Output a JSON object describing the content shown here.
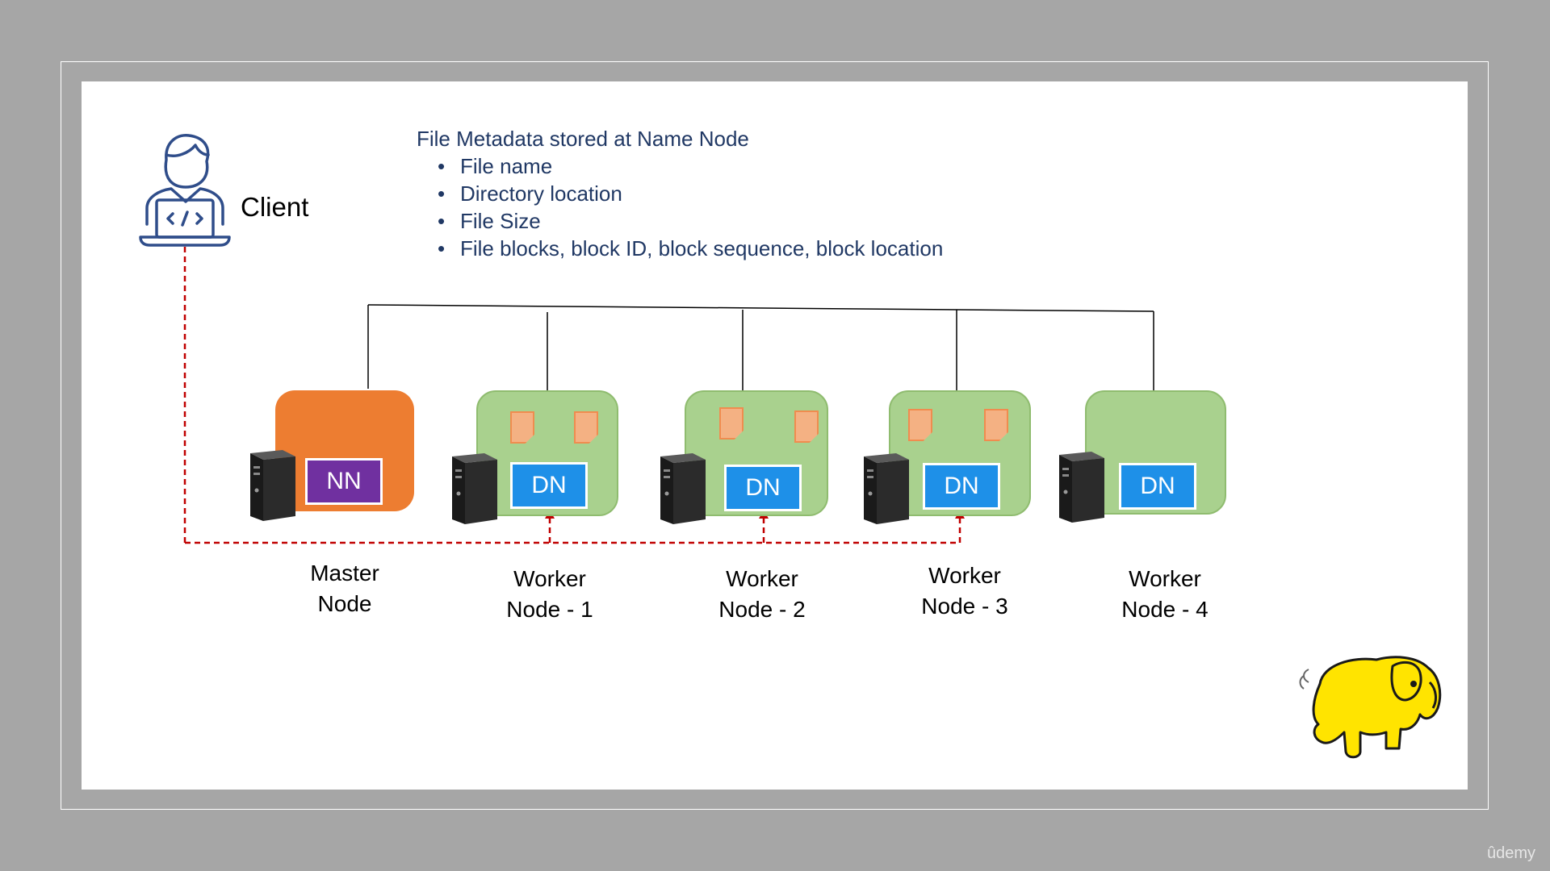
{
  "client": {
    "label": "Client",
    "icon": "developer-laptop-icon"
  },
  "metadata": {
    "heading": "File Metadata stored at Name Node",
    "items": [
      "File name",
      "Directory location",
      "File Size",
      "File blocks, block ID, block sequence, block location"
    ]
  },
  "nodes": {
    "master": {
      "tag": "NN",
      "label_line1": "Master",
      "label_line2": "Node",
      "color": "#ed7d31",
      "tag_color": "#7030a0"
    },
    "worker1": {
      "tag": "DN",
      "label_line1": "Worker",
      "label_line2": "Node - 1"
    },
    "worker2": {
      "tag": "DN",
      "label_line1": "Worker",
      "label_line2": "Node - 2"
    },
    "worker3": {
      "tag": "DN",
      "label_line1": "Worker",
      "label_line2": "Node - 3"
    },
    "worker4": {
      "tag": "DN",
      "label_line1": "Worker",
      "label_line2": "Node - 4"
    },
    "worker_color": "#a9d18e",
    "dn_tag_color": "#1e90e8"
  },
  "connection_color": "#c00000",
  "watermark": "ûdemy",
  "logo": "hadoop-elephant-icon"
}
